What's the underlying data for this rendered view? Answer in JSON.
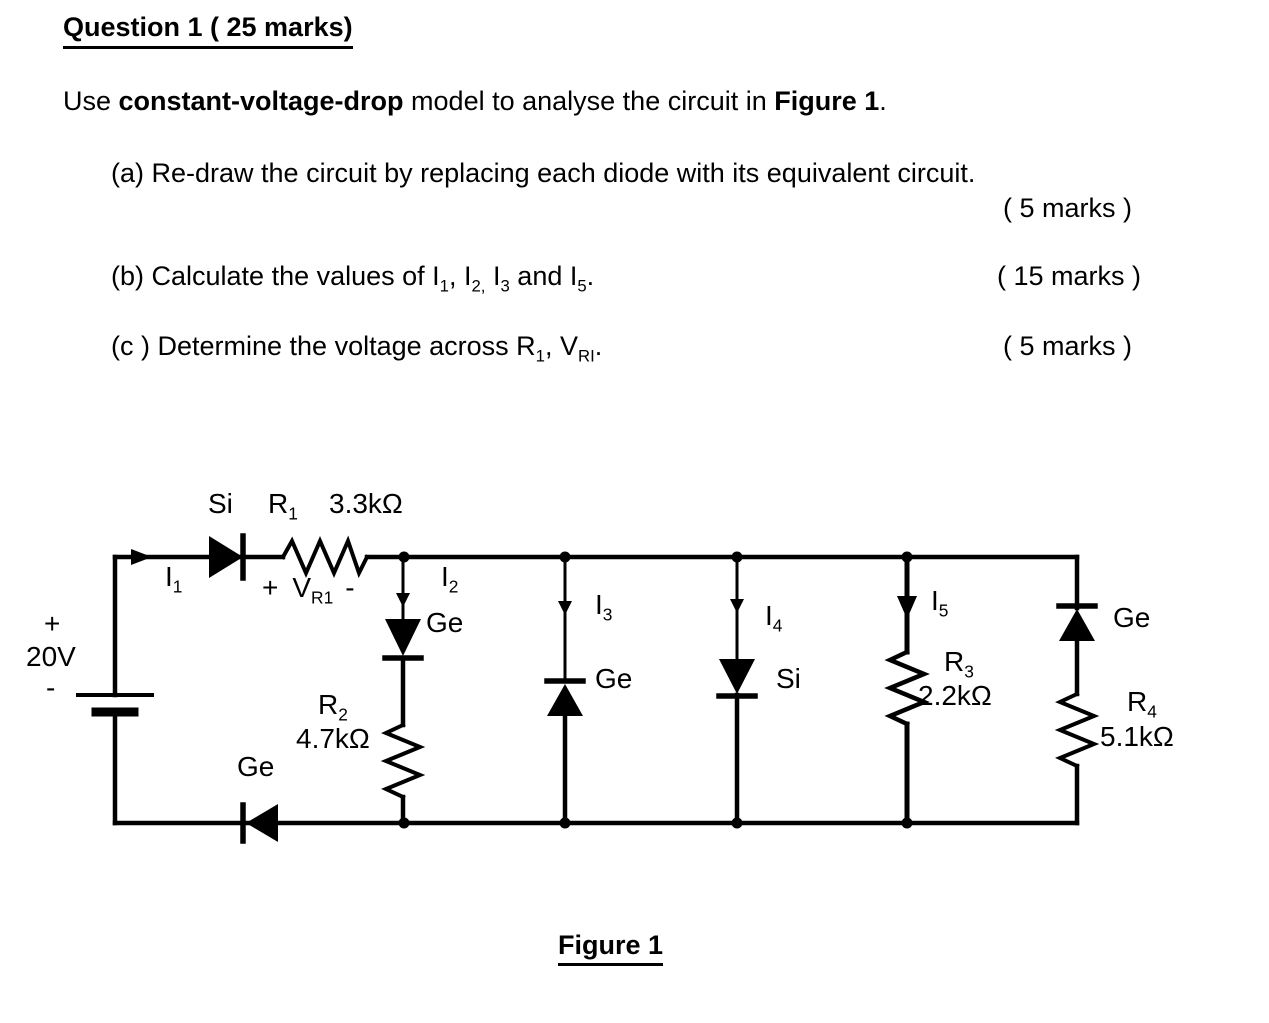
{
  "page": {
    "title": "Question 1 ( 25 marks)",
    "intro": {
      "p1": "Use ",
      "b1": "constant-voltage-drop",
      "p2": " model to analyse the circuit in ",
      "b2": "Figure 1",
      "p3": "."
    },
    "items": {
      "a": {
        "text": "(a) Re-draw the circuit by replacing each diode with its equivalent circuit.",
        "marks": "(  5 marks  )"
      },
      "b": {
        "p1": "(b) Calculate the values of I",
        "s1": "1",
        "p2": ", I",
        "s2": "2,",
        "p3": " I",
        "s3": "3",
        "p4": " and I",
        "s4": "5",
        "p5": ".",
        "marks": "(  15 marks  )"
      },
      "c": {
        "p1": "(c ) Determine the voltage across R",
        "s1": "1",
        "p2": ", V",
        "s2": "RI",
        "p3": ".",
        "marks": "(  5 marks  )"
      }
    }
  },
  "circuit": {
    "source": {
      "plus": "+",
      "voltage": "20V",
      "minus": "-"
    },
    "diode_si_top": "Si",
    "r1": {
      "base": "R",
      "sub": "1",
      "value": "3.3kΩ"
    },
    "i1": {
      "base": "I",
      "sub": "1"
    },
    "vr1": {
      "plus": "+",
      "base": "V",
      "sub": "R1",
      "minus": "-"
    },
    "i2": {
      "base": "I",
      "sub": "2"
    },
    "diode_ge_branch1": "Ge",
    "r2": {
      "base": "R",
      "sub": "2",
      "value": "4.7kΩ"
    },
    "diode_ge_bottom": "Ge",
    "i3": {
      "base": "I",
      "sub": "3"
    },
    "diode_ge_branch2": "Ge",
    "i4": {
      "base": "I",
      "sub": "4"
    },
    "diode_si_branch3": "Si",
    "i5": {
      "base": "I",
      "sub": "5"
    },
    "r3": {
      "base": "R",
      "sub": "3",
      "value": "2.2kΩ"
    },
    "diode_ge_branch5": "Ge",
    "r4": {
      "base": "R",
      "sub": "4",
      "value": "5.1kΩ"
    },
    "caption": "Figure 1"
  }
}
